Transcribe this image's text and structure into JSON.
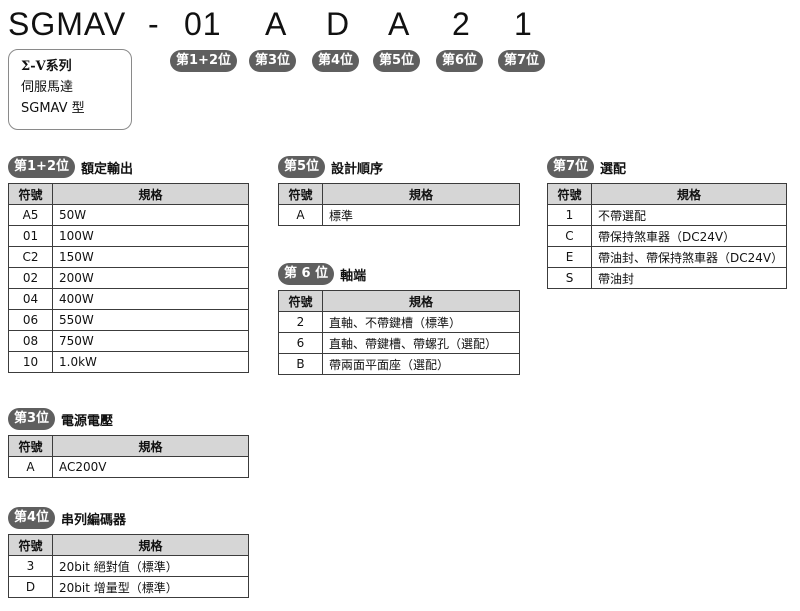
{
  "model": {
    "prefix": "SGMAV",
    "dash": "-",
    "codes": [
      "01",
      "A",
      "D",
      "A",
      "2",
      "1"
    ]
  },
  "position_pills": [
    "第1+2位",
    "第3位",
    "第4位",
    "第5位",
    "第6位",
    "第7位"
  ],
  "series_box": {
    "line1": "Σ-V系列",
    "line2": "伺服馬達",
    "line3": "SGMAV 型"
  },
  "table_header": {
    "code": "符號",
    "spec": "規格"
  },
  "sections": {
    "s12": {
      "pill": "第1+2位",
      "title": "額定輸出",
      "rows": [
        {
          "code": "A5",
          "spec": " 50W"
        },
        {
          "code": "01",
          "spec": "100W"
        },
        {
          "code": "C2",
          "spec": "150W"
        },
        {
          "code": "02",
          "spec": "200W"
        },
        {
          "code": "04",
          "spec": "400W"
        },
        {
          "code": "06",
          "spec": "550W"
        },
        {
          "code": "08",
          "spec": "750W"
        },
        {
          "code": "10",
          "spec": "1.0kW"
        }
      ]
    },
    "s3": {
      "pill": "第3位",
      "title": "電源電壓",
      "rows": [
        {
          "code": "A",
          "spec": "AC200V"
        }
      ]
    },
    "s4": {
      "pill": "第4位",
      "title": "串列編碼器",
      "rows": [
        {
          "code": "3",
          "spec": "20bit 絕對值（標準）"
        },
        {
          "code": "D",
          "spec": "20bit 增量型（標準）"
        }
      ]
    },
    "s5": {
      "pill": "第5位",
      "title": "設計順序",
      "rows": [
        {
          "code": "A",
          "spec": "標準"
        }
      ]
    },
    "s6": {
      "pill": "第 6 位",
      "title": "軸端",
      "rows": [
        {
          "code": "2",
          "spec": "直軸、不帶鍵槽（標準）"
        },
        {
          "code": "6",
          "spec": "直軸、帶鍵槽、帶螺孔（選配）"
        },
        {
          "code": "B",
          "spec": "帶兩面平面座（選配）"
        }
      ]
    },
    "s7": {
      "pill": "第7位",
      "title": "選配",
      "rows": [
        {
          "code": "1",
          "spec": "不帶選配"
        },
        {
          "code": "C",
          "spec": "帶保持煞車器（DC24V）"
        },
        {
          "code": "E",
          "spec": "帶油封、帶保持煞車器（DC24V）"
        },
        {
          "code": "S",
          "spec": "帶油封"
        }
      ]
    }
  }
}
